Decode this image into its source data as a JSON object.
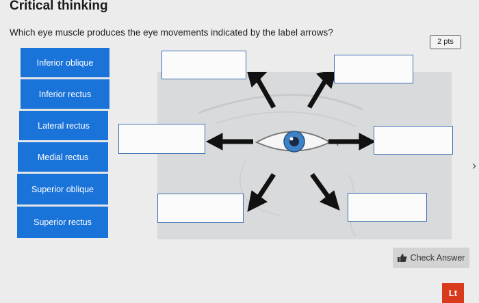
{
  "header": {
    "title": "Critical thinking"
  },
  "question": {
    "text": "Which eye muscle produces the eye movements indicated by the label arrows?",
    "points": "2 pts"
  },
  "answer_options": [
    {
      "label": "Inferior oblique"
    },
    {
      "label": "Inferior rectus"
    },
    {
      "label": "Lateral rectus"
    },
    {
      "label": "Medial rectus"
    },
    {
      "label": "Superior oblique"
    },
    {
      "label": "Superior rectus"
    }
  ],
  "diagram": {
    "arrow_directions": [
      "up-left",
      "up-right",
      "left",
      "right",
      "down-left",
      "down-right"
    ]
  },
  "actions": {
    "check_answer_label": "Check Answer"
  },
  "brand": {
    "logo_text": "Lt",
    "accent_color": "#1a73d9",
    "logo_color": "#d93a1b"
  }
}
